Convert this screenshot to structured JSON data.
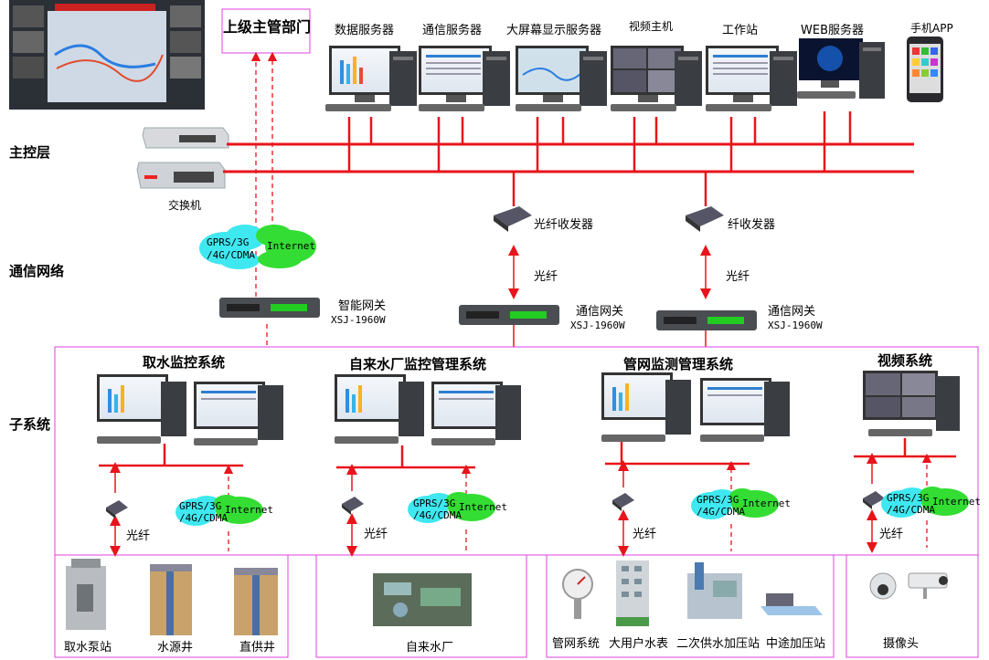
{
  "layers": {
    "control": "主控层",
    "network": "通信网络",
    "subsystem": "子系统"
  },
  "top": {
    "superior": "上级主管部门",
    "servers": [
      "数据服务器",
      "通信服务器",
      "大屏幕显示服务器",
      "视频主机",
      "工作站",
      "WEB服务器",
      "手机APP"
    ],
    "switch": "交换机"
  },
  "network": {
    "cloud_a": "GPRS/3G\n/4G/CDMA",
    "cloud_b": "Internet",
    "converter1": "光纤收发器",
    "converter2": "纤收发器",
    "fiber": "光纤",
    "gateway_smart": "智能网关",
    "gateway_comm": "通信网关",
    "gateway_model": "XSJ-1960W"
  },
  "subsystems": [
    {
      "title": "取水监控系统",
      "sites": [
        "取水泵站",
        "水源井",
        "直供井"
      ]
    },
    {
      "title": "自来水厂监控管理系统",
      "sites": [
        "自来水厂"
      ]
    },
    {
      "title": "管网监测管理系统",
      "sites": [
        "管网系统",
        "大用户水表",
        "二次供水加压站",
        "中途加压站"
      ]
    },
    {
      "title": "视频系统",
      "sites": [
        "摄像头"
      ]
    }
  ],
  "colors": {
    "line": "#e8141b",
    "box": "#e040e0",
    "cloud_cyan": "#3fe8f0",
    "cloud_green": "#33dd33"
  }
}
